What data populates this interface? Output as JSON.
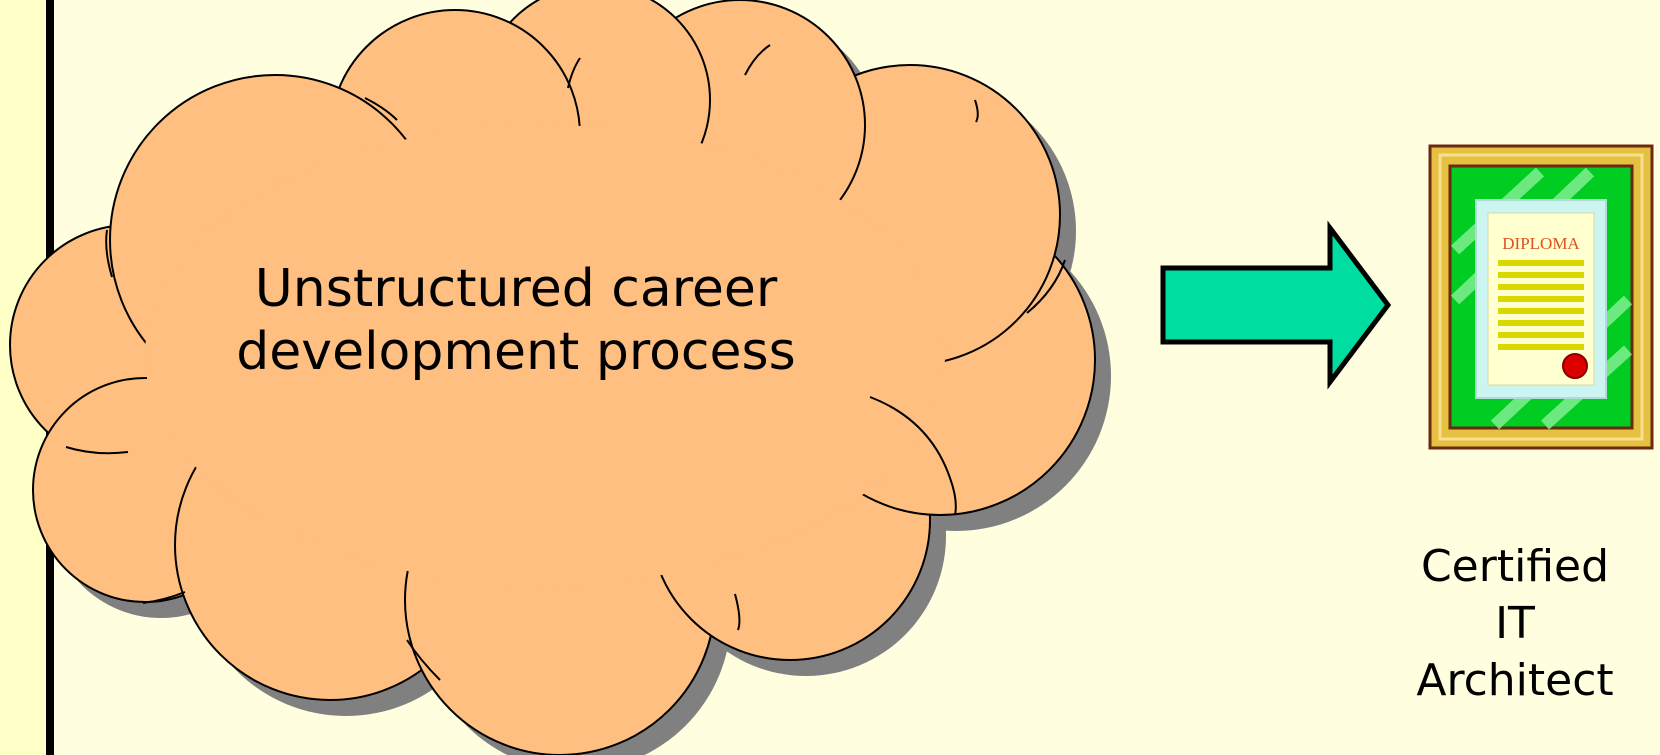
{
  "cloud": {
    "line1": "Unstructured career",
    "line2": "development process"
  },
  "diploma": {
    "label": "DIPLOMA"
  },
  "caption": {
    "line1": "Certified",
    "line2": "IT",
    "line3": "Architect"
  },
  "colors": {
    "background": "#FFFFE0",
    "cloud_fill": "#FFBF80",
    "cloud_shadow": "#808080",
    "arrow_fill": "#00DDA0",
    "frame_gold": "#E6C040",
    "frame_green": "#00CC22",
    "seal_red": "#DD0000"
  }
}
